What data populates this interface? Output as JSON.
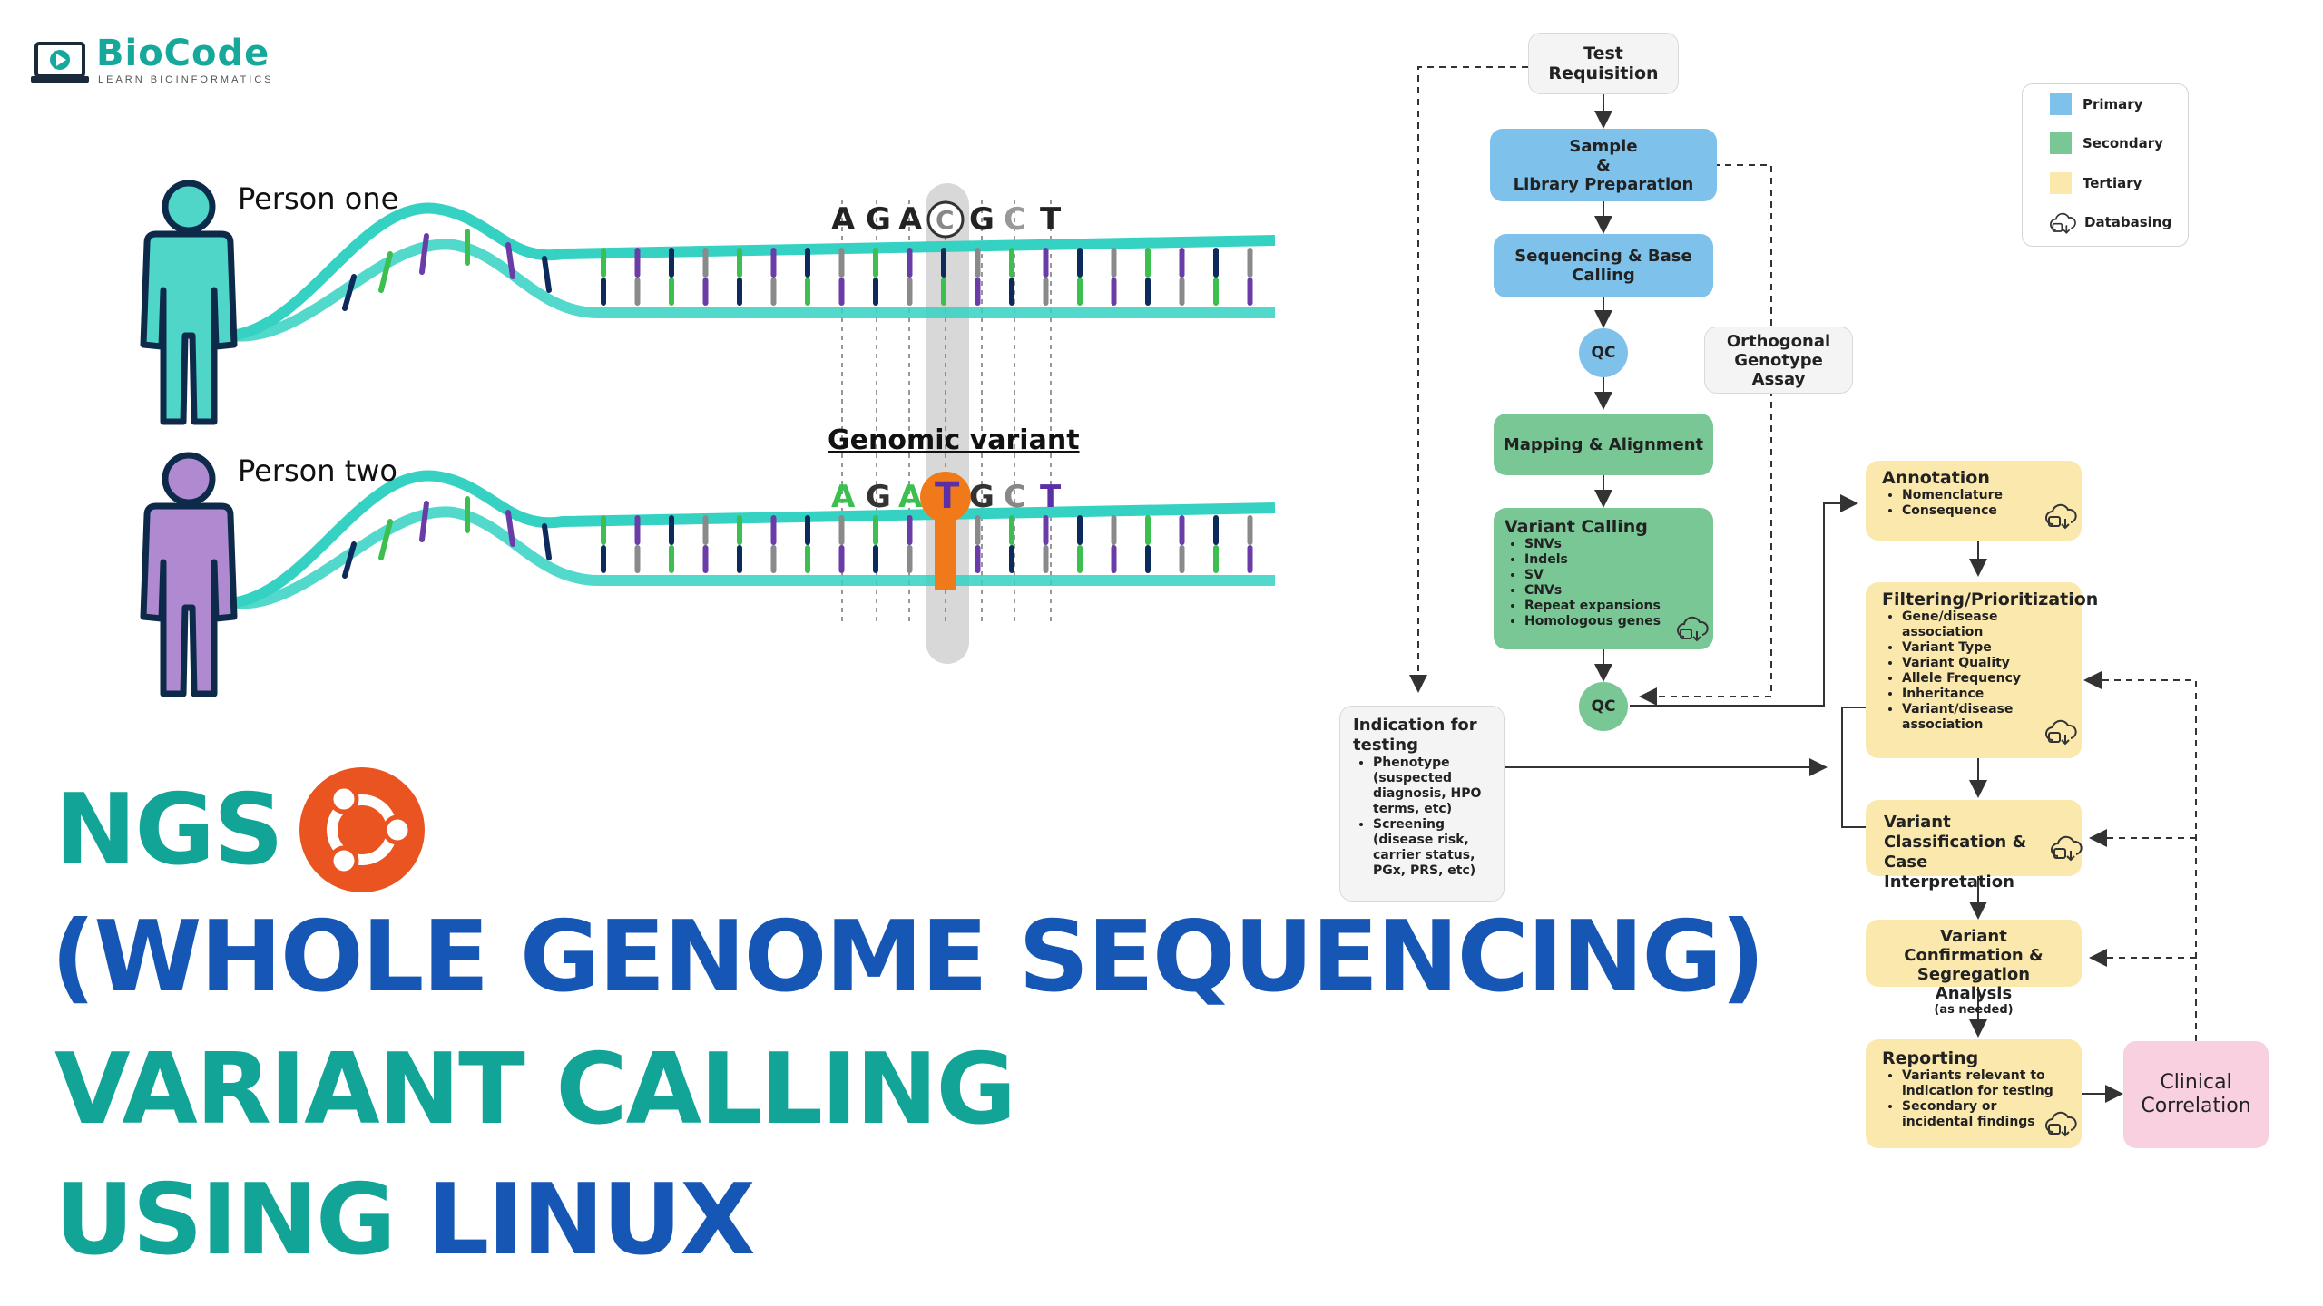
{
  "logo": {
    "title": "BioCode",
    "subtitle": "LEARN BIOINFORMATICS"
  },
  "illustration": {
    "person_one": "Person one",
    "person_two": "Person two",
    "variant_label": "Genomic variant",
    "seq_one": [
      "A",
      "G",
      "A",
      "C",
      "G",
      "C",
      "T"
    ],
    "seq_two": [
      "A",
      "G",
      "A",
      "T",
      "G",
      "C",
      "T"
    ],
    "colors": {
      "person_one": "#4fd6c9",
      "person_two": "#b08ad0",
      "variant": "#f07a1a",
      "dna": "#35d2c3"
    }
  },
  "headline": {
    "line1": "NGS",
    "line2": "(WHOLE GENOME SEQUENCING)",
    "line3": "VARIANT CALLING",
    "line4_part1": "USING",
    "line4_part2": "LINUX",
    "colors": {
      "teal": "#12a496",
      "blue": "#1656b4",
      "ubuntu": "#e95420"
    }
  },
  "flowchart": {
    "test_requisition": "Test Requisition",
    "sample_prep": [
      "Sample",
      "&",
      "Library Preparation"
    ],
    "sequencing": "Sequencing & Base Calling",
    "qc": "QC",
    "orthogonal": [
      "Orthogonal",
      "Genotype",
      "Assay"
    ],
    "mapping": "Mapping & Alignment",
    "variant_calling": {
      "title": "Variant Calling",
      "items": [
        "SNVs",
        "Indels",
        "SV",
        "CNVs",
        "Repeat expansions",
        "Homologous genes"
      ]
    },
    "indication": {
      "title": [
        "Indication for",
        "testing"
      ],
      "items": [
        "Phenotype",
        "(suspected",
        "diagnosis, HPO",
        "terms, etc)",
        "Screening",
        "(disease risk,",
        "carrier status,",
        "PGx, PRS, etc)"
      ]
    },
    "annotation": {
      "title": "Annotation",
      "items": [
        "Nomenclature",
        "Consequence"
      ]
    },
    "filtering": {
      "title": "Filtering/Prioritization",
      "items": [
        "Gene/disease",
        "association",
        "Variant Type",
        "Variant Quality",
        "Allele Frequency",
        "Inheritance",
        "Variant/disease",
        "association"
      ]
    },
    "classification": [
      "Variant Classification &",
      "Case Interpretation"
    ],
    "confirmation": [
      "Variant Confirmation &",
      "Segregation Analysis",
      "(as needed)"
    ],
    "reporting": {
      "title": "Reporting",
      "items": [
        "Variants relevant to",
        "indication for testing",
        "Secondary or",
        "incidental findings"
      ]
    },
    "clinical": [
      "Clinical",
      "Correlation"
    ],
    "legend": [
      {
        "label": "Primary",
        "color": "#7ec2ec"
      },
      {
        "label": "Secondary",
        "color": "#79c795"
      },
      {
        "label": "Tertiary",
        "color": "#fbe8ad"
      },
      {
        "label": "Databasing",
        "icon": "database-cloud-icon"
      }
    ]
  }
}
